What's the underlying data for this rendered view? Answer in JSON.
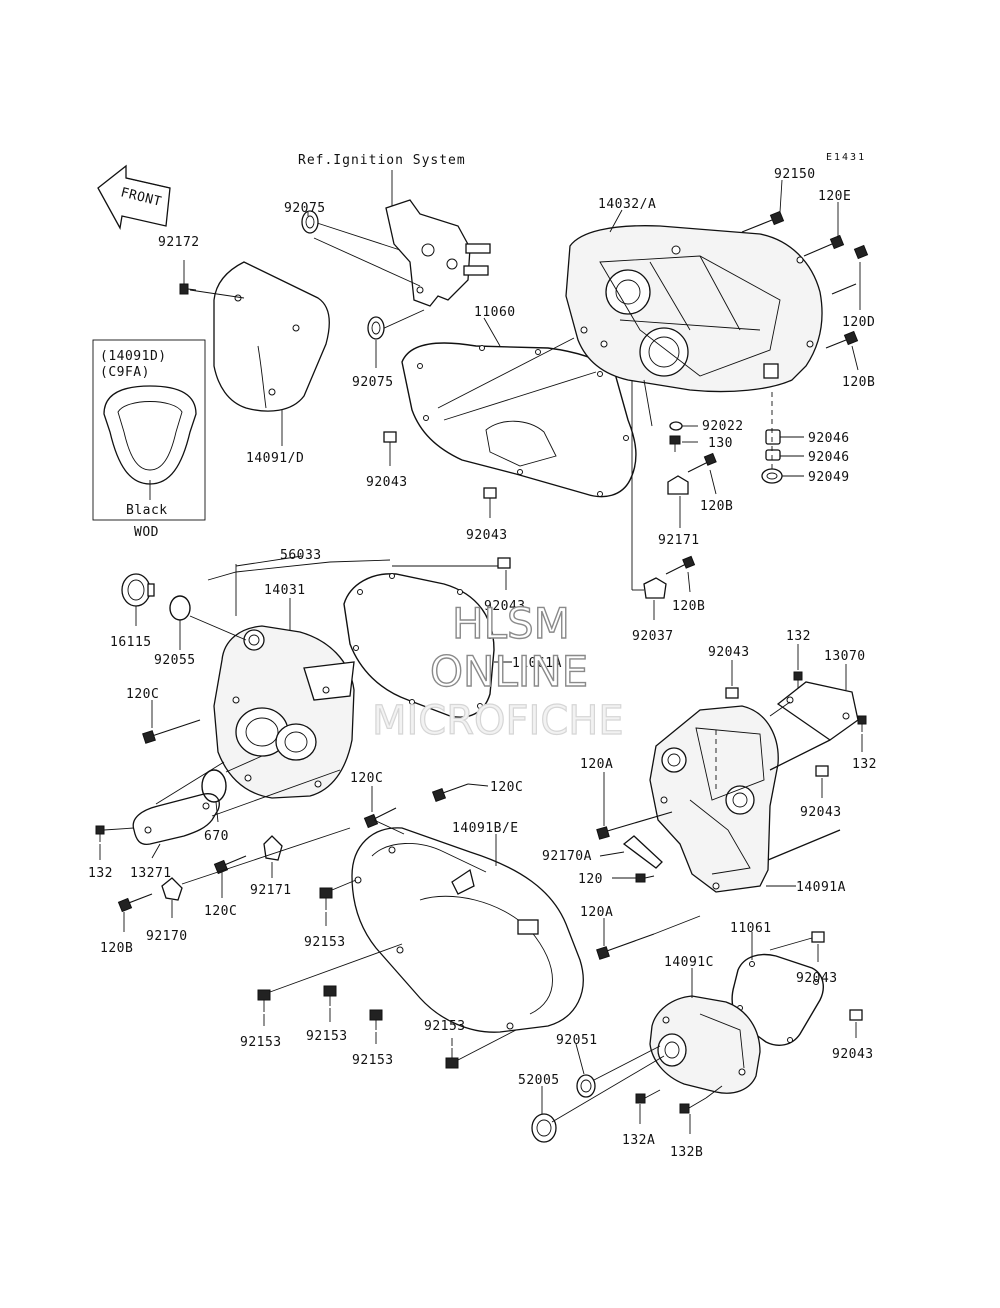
{
  "diagram_code": "E1431",
  "front_arrow_label": "FRONT",
  "ref_note": "Ref.Ignition System",
  "watermark": {
    "line1": "HLSM",
    "line2": "ONLINE",
    "line3": "MICROFICHE"
  },
  "inset_box": {
    "part_number": "(14091D)",
    "color_code": "(C9FA)",
    "color_name": "Black",
    "footer": "WOD"
  },
  "parts": {
    "p92172": "92172",
    "p92075_top": "92075",
    "p92075_mid": "92075",
    "p14091_d": "14091/D",
    "p11060": "11060",
    "p92043_a": "92043",
    "p92043_b": "92043",
    "p14032_a": "14032/A",
    "p92150": "92150",
    "p120e": "120E",
    "p120d": "120D",
    "p120b_a": "120B",
    "p92022": "92022",
    "p130": "130",
    "p92046_a": "92046",
    "p92046_b": "92046",
    "p92049": "92049",
    "p120b_b": "120B",
    "p92171_a": "92171",
    "p120b_c": "120B",
    "p92037": "92037",
    "p56033": "56033",
    "p14031": "14031",
    "p92043_c": "92043",
    "p11061a": "11061A",
    "p16115": "16115",
    "p92055": "92055",
    "p120c_a": "120C",
    "p120c_b": "120C",
    "p120c_c": "120C",
    "p120c_d": "120C",
    "p132_a": "132",
    "p13271": "13271",
    "p670": "670",
    "p14091be": "14091B/E",
    "p92171_b": "92171",
    "p120b_d": "120B",
    "p92170": "92170",
    "p92153_a": "92153",
    "p92153_b": "92153",
    "p92153_c": "92153",
    "p92153_d": "92153",
    "p92153_e": "92153",
    "p92043_d": "92043",
    "p132_b": "132",
    "p13070": "13070",
    "p132_c": "132",
    "p120a_a": "120A",
    "p92043_e": "92043",
    "p92170a": "92170A",
    "p120": "120",
    "p14091a": "14091A",
    "p120a_b": "120A",
    "p11061": "11061",
    "p92043_f": "92043",
    "p14091c": "14091C",
    "p92043_g": "92043",
    "p92051": "92051",
    "p52005": "52005",
    "p132a": "132A",
    "p132b": "132B"
  }
}
